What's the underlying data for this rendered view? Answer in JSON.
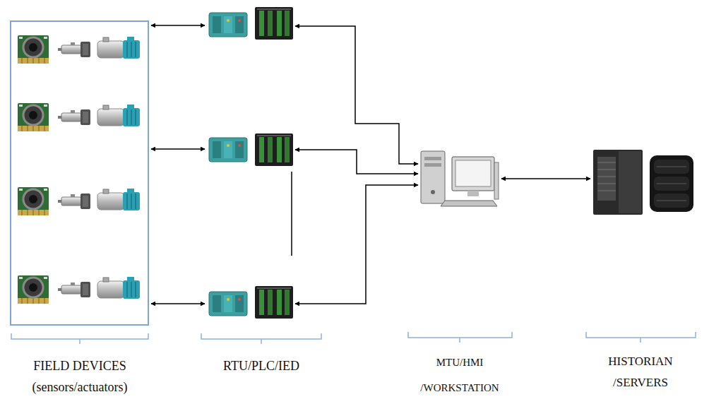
{
  "diagram": {
    "labels": [
      "FIELD DEVICES (sensors/actuators)",
      "RTU/PLC/IED",
      "MTU/HMI /WORKSTATION",
      "HISTORIAN /SERVERS"
    ]
  }
}
